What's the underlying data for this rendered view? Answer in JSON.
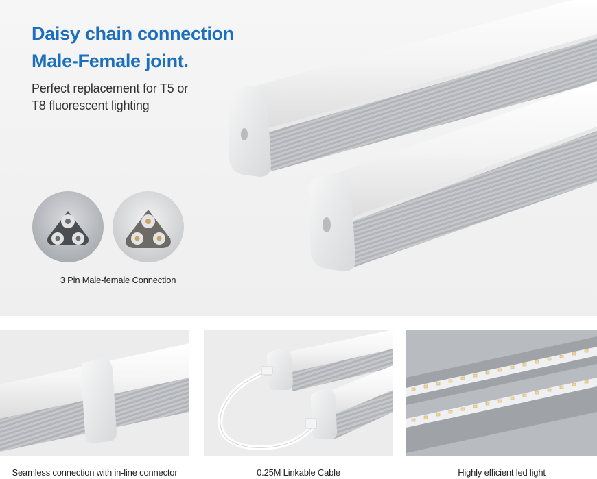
{
  "hero": {
    "title_line1": "Daisy chain connection",
    "title_line2": "Male-Female joint.",
    "subtitle_line1": "Perfect replacement for T5 or",
    "subtitle_line2": "T8 fluorescent lighting",
    "connector_caption": "3 Pin Male-female Connection"
  },
  "panels": [
    {
      "caption": "Seamless connection with in-line connector"
    },
    {
      "caption": "0.25M Linkable Cable"
    },
    {
      "caption": "Highly efficient led light"
    }
  ]
}
